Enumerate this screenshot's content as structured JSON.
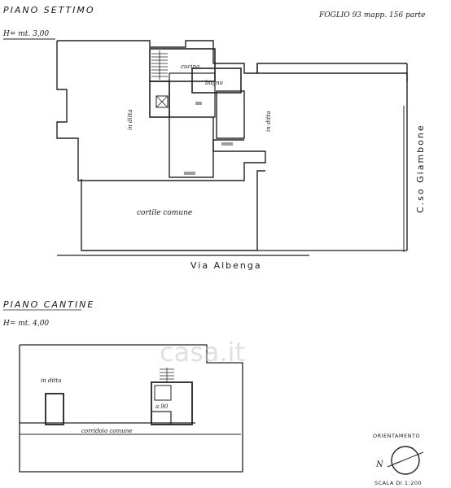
{
  "header": {
    "floor_title": "PIANO  SETTIMO",
    "height": "H= mt. 3,00",
    "sheet_ref": "FOGLIO 93  mapp. 156  parte"
  },
  "upper_plan": {
    "room_cucina": "cucina",
    "room_bagno": "bagno",
    "left_altra_ditta": "in ditta",
    "right_altra_ditta": "in ditta",
    "courtyard": "cortile  comune",
    "street_bottom": "Via    Albenga",
    "street_right": "C.so    Giambone"
  },
  "lower_header": {
    "floor_title": "PIANO  CANTINE",
    "height": "H= mt. 4,00"
  },
  "lower_plan": {
    "left_altra_ditta": "in ditta",
    "corridor": "corridoio  comune",
    "cellar_label": "a.90"
  },
  "orientation": {
    "label": "ORIENTAMENTO",
    "north": "N",
    "scale": "SCALA DI 1:200"
  },
  "watermark": {
    "brand": "casa.it"
  }
}
